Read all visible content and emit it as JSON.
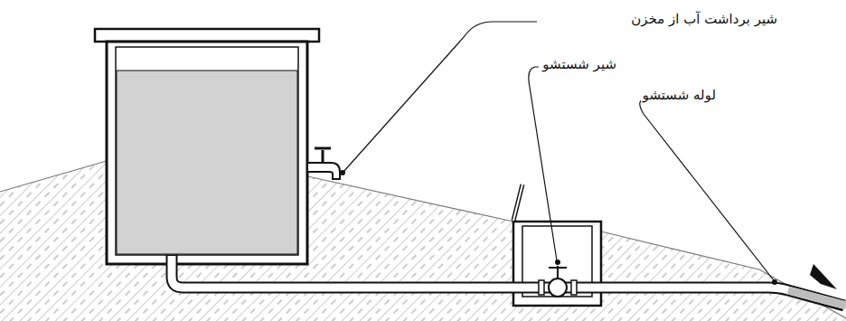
{
  "diagram": {
    "labels": [
      "شیر برداشت آب از مخزن",
      "شیر شستشو",
      "لوله شستشو"
    ]
  }
}
